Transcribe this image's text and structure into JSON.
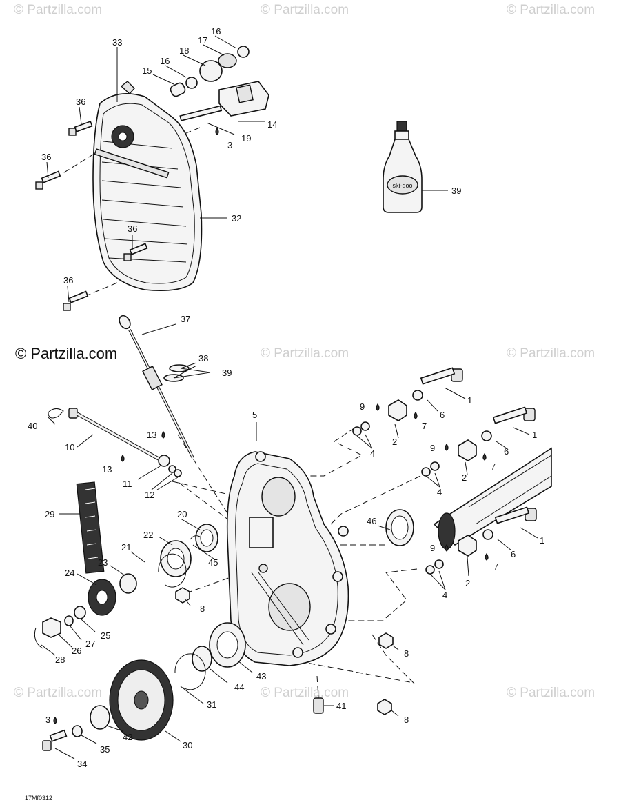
{
  "watermarks": {
    "main": "© Partzilla.com",
    "faint": "© Partzilla.com"
  },
  "drawing_code": "17Mf0312",
  "bottle_label": "ski-doo",
  "callouts": {
    "c1a": "1",
    "c1b": "1",
    "c1c": "1",
    "c2a": "2",
    "c2b": "2",
    "c2c": "2",
    "c3a": "3",
    "c3b": "3",
    "c4a": "4",
    "c4b": "4",
    "c4c": "4",
    "c5": "5",
    "c6a": "6",
    "c6b": "6",
    "c6c": "6",
    "c7a": "7",
    "c7b": "7",
    "c7c": "7",
    "c8a": "8",
    "c8b": "8",
    "c8c": "8",
    "c9a": "9",
    "c9b": "9",
    "c9c": "9",
    "c10": "10",
    "c11": "11",
    "c12": "12",
    "c13a": "13",
    "c13b": "13",
    "c14": "14",
    "c15": "15",
    "c16a": "16",
    "c16b": "16",
    "c17": "17",
    "c18": "18",
    "c19": "19",
    "c20": "20",
    "c21": "21",
    "c22": "22",
    "c23": "23",
    "c24": "24",
    "c25": "25",
    "c26": "26",
    "c27": "27",
    "c28": "28",
    "c29": "29",
    "c30": "30",
    "c31": "31",
    "c32": "32",
    "c33": "33",
    "c34": "34",
    "c35": "35",
    "c36a": "36",
    "c36b": "36",
    "c36c": "36",
    "c36d": "36",
    "c37": "37",
    "c38": "38",
    "c39a": "39",
    "c39b": "39",
    "c40": "40",
    "c41": "41",
    "c42": "42",
    "c43": "43",
    "c44": "44",
    "c45": "45",
    "c46": "46"
  }
}
